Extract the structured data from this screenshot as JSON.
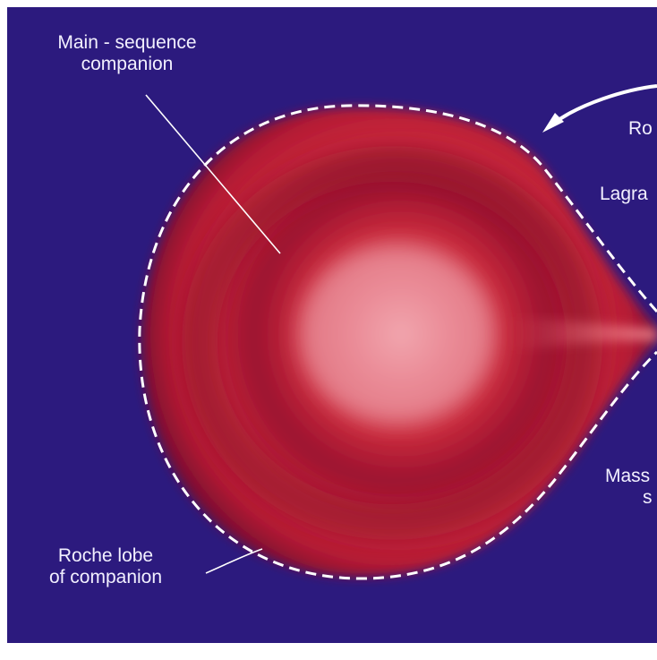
{
  "colors": {
    "background": "#2c1a7e",
    "star_core": "#f0a0a8",
    "star_mid": "#d22c3c",
    "star_edge": "#a8102a",
    "outline": "#ffffff",
    "text": "#f2f0ff"
  },
  "labels": {
    "main_sequence_line1": "Main - sequence",
    "main_sequence_line2": "companion",
    "roche_lobe_line1": "Roche lobe",
    "roche_lobe_line2": "of companion",
    "rotation_partial": "Ro",
    "lagrangian_partial": "Lagra",
    "mass_partial_line1": "Mass",
    "mass_partial_line2": "s"
  },
  "icons": [
    "rotation-arrow-icon"
  ]
}
